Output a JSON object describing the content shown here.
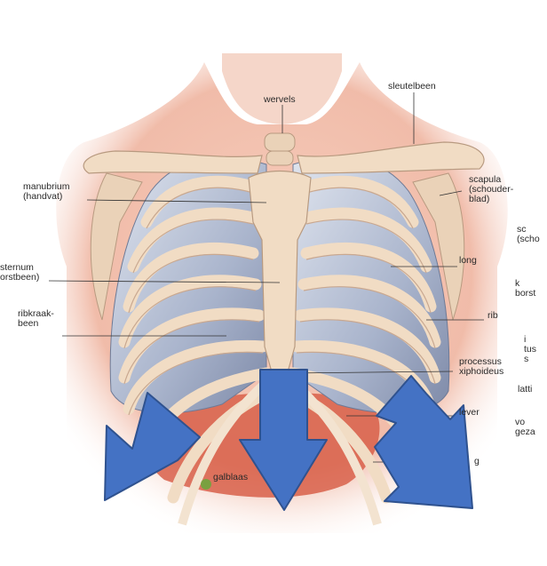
{
  "labels": {
    "wervels": "wervels",
    "sleutelbeen": "sleutelbeen",
    "manubrium": "manubrium\n(handvat)",
    "scapula": "scapula\n(schouder-\nblad)",
    "sternum": "sternum\norstbeen)",
    "long": "long",
    "ribkraakbeen": "ribkraak-\nbeen",
    "rib": "rib",
    "processus": "processus\nxiphoideus",
    "lever": "lever",
    "galblaas": "galblaas",
    "g_fragment": "g",
    "right_fragments": [
      "sc\n(scho",
      "k\nborst",
      "i\ntus\ns",
      "latti",
      "vo\ngeza"
    ]
  },
  "colors": {
    "arrow_fill": "#4472c4",
    "arrow_stroke": "#2f528f",
    "bone": "#f1dcc4",
    "lung": "#b9c4d8",
    "skin": "#e8a48c"
  },
  "icons": [
    "arrow-down-left-icon",
    "arrow-down-icon",
    "arrow-down-right-icon"
  ]
}
